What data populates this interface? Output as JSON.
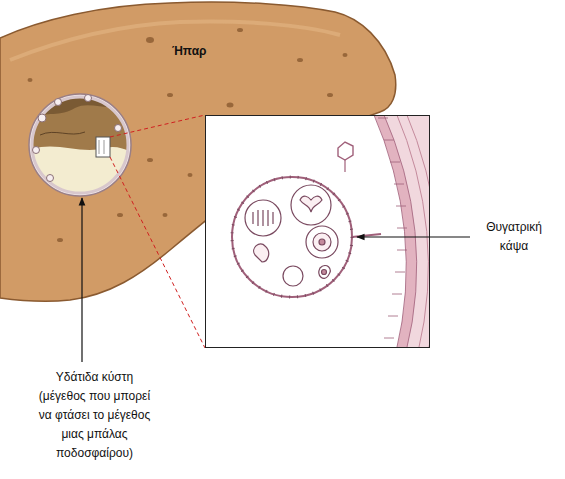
{
  "diagram": {
    "nodes": [
      {
        "text": [
          "Ήπαρ"
        ]
      }
    ],
    "labels": [
      "Θυγατρική κάψα",
      "Υδάτιδα κύστη (μέγεθος που μπορεί να φτάσει το μέγεθος μιας μπάλας ποδοσφαίρου)"
    ]
  }
}
